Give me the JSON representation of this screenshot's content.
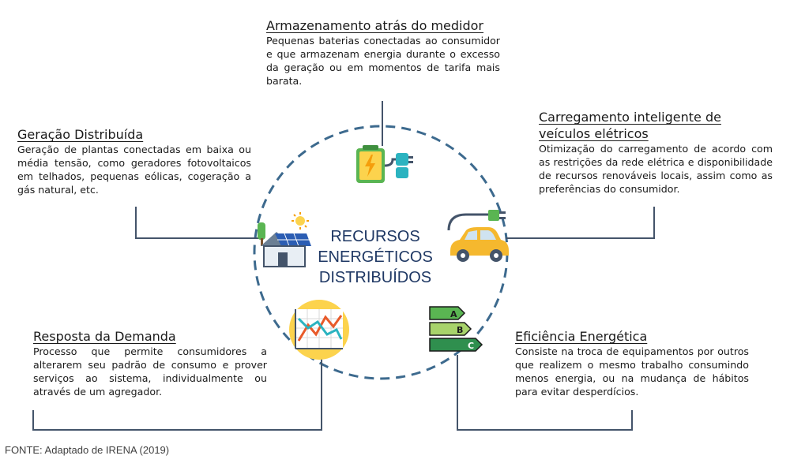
{
  "center": {
    "line1": "RECURSOS",
    "line2": "ENERGÉTICOS",
    "line3": "DISTRIBUÍDOS"
  },
  "blocks": {
    "storage": {
      "title": "Armazenamento atrás do medidor",
      "desc": "Pequenas baterias conectadas ao consumidor e que armazenam energia durante o excesso da geração ou em momentos de tarifa mais barata.",
      "icon": "battery-plug-icon"
    },
    "generation": {
      "title": "Geração Distribuída",
      "desc": "Geração de plantas conectadas em baixa ou média tensão, como geradores fotovoltaicos em telhados, pequenas eólicas, cogeração a gás natural, etc.",
      "icon": "house-solar-icon"
    },
    "ev": {
      "title_line1": "Carregamento inteligente de",
      "title_line2": "veículos elétricos",
      "desc": "Otimização do carregamento de acordo com as restrições da rede elétrica e disponibilidade de recursos renováveis locais, assim como as preferências do consumidor.",
      "icon": "electric-car-icon"
    },
    "demand": {
      "title": "Resposta da Demanda",
      "desc": "Processo que permite consumidores a alterarem seu padrão de consumo e prover serviços ao sistema, individualmente ou através de um agregador.",
      "icon": "chart-arrows-icon"
    },
    "efficiency": {
      "title": "Eficiência Energética",
      "desc": "Consiste na troca de equipamentos por outros que realizem o mesmo trabalho consumindo menos energia, ou na mudança de hábitos para evitar desperdícios.",
      "icon": "energy-rating-icon",
      "ratings": [
        "A",
        "B",
        "C"
      ]
    }
  },
  "source": "FONTE: Adaptado de IRENA (2019)",
  "colors": {
    "line": "#44546a",
    "circle": "#3d6a8e",
    "center_text": "#1f3864",
    "yellow": "#fcd34d",
    "green": "#8bc34a"
  }
}
